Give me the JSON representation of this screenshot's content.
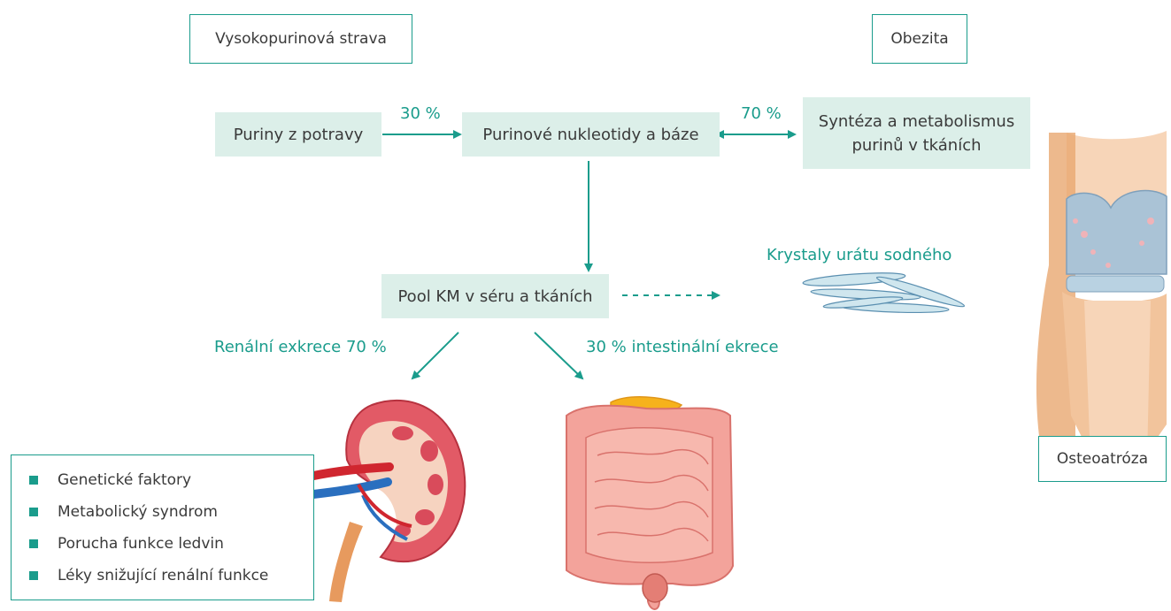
{
  "top_boxes": {
    "diet": "Vysokopurinová strava",
    "obesity": "Obezita"
  },
  "flow": {
    "dietary_purines": "Puriny z potravy",
    "nucleotides": "Purinové nukleotidy a báze",
    "synthesis_line1": "Syntéza a metabolismus",
    "synthesis_line2": "purinů v tkáních",
    "pool": "Pool KM v séru a tkáních"
  },
  "labels": {
    "pct_diet": "30 %",
    "pct_synthesis": "70 %",
    "crystals": "Krystaly urátu sodného",
    "renal": "Renální exkrece 70 %",
    "intestinal": "30 % intestinální ekrece"
  },
  "risk_factors": [
    "Genetické faktory",
    "Metabolický syndrom",
    "Porucha funkce ledvin",
    "Léky snižující renální funkce"
  ],
  "osteo_label": "Osteoatróza",
  "colors": {
    "accent": "#1a9c8c",
    "box_fill": "#dcefe9",
    "text": "#3a3a3a"
  }
}
